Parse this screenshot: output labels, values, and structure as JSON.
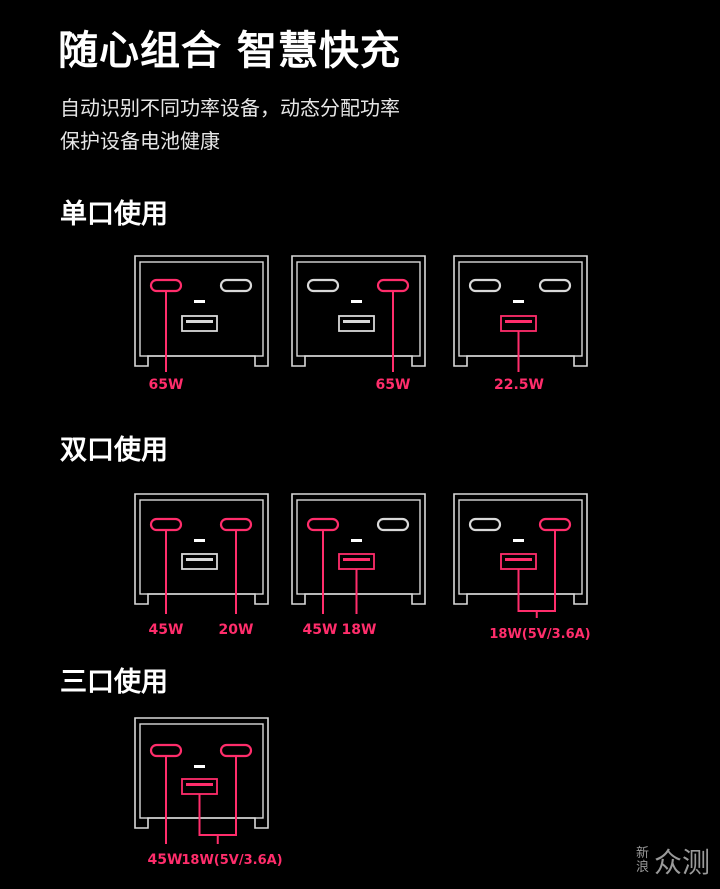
{
  "title": "随心组合 智慧快充",
  "subtitle_lines": [
    "自动识别不同功率设备，动态分配功率",
    "保护设备电池健康"
  ],
  "colors": {
    "active": "#ff2d6b",
    "outline": "#d9d9d9",
    "background": "#000000"
  },
  "sections": [
    {
      "heading": "单口使用",
      "configs": [
        {
          "active_ports": [
            "c1"
          ],
          "labels": [
            "65W"
          ]
        },
        {
          "active_ports": [
            "c2"
          ],
          "labels": [
            "65W"
          ]
        },
        {
          "active_ports": [
            "a"
          ],
          "labels": [
            "22.5W"
          ]
        }
      ]
    },
    {
      "heading": "双口使用",
      "configs": [
        {
          "active_ports": [
            "c1",
            "c2"
          ],
          "labels": [
            "45W",
            "20W"
          ]
        },
        {
          "active_ports": [
            "c1",
            "a"
          ],
          "labels": [
            "45W",
            "18W"
          ]
        },
        {
          "active_ports": [
            "c2",
            "a"
          ],
          "labels": [
            "18W(5V/3.6A)"
          ]
        }
      ]
    },
    {
      "heading": "三口使用",
      "configs": [
        {
          "active_ports": [
            "c1",
            "c2",
            "a"
          ],
          "labels": [
            "45W",
            "18W(5V/3.6A)"
          ]
        }
      ]
    }
  ],
  "watermark": {
    "small": [
      "新",
      "浪"
    ],
    "big": "众测"
  }
}
